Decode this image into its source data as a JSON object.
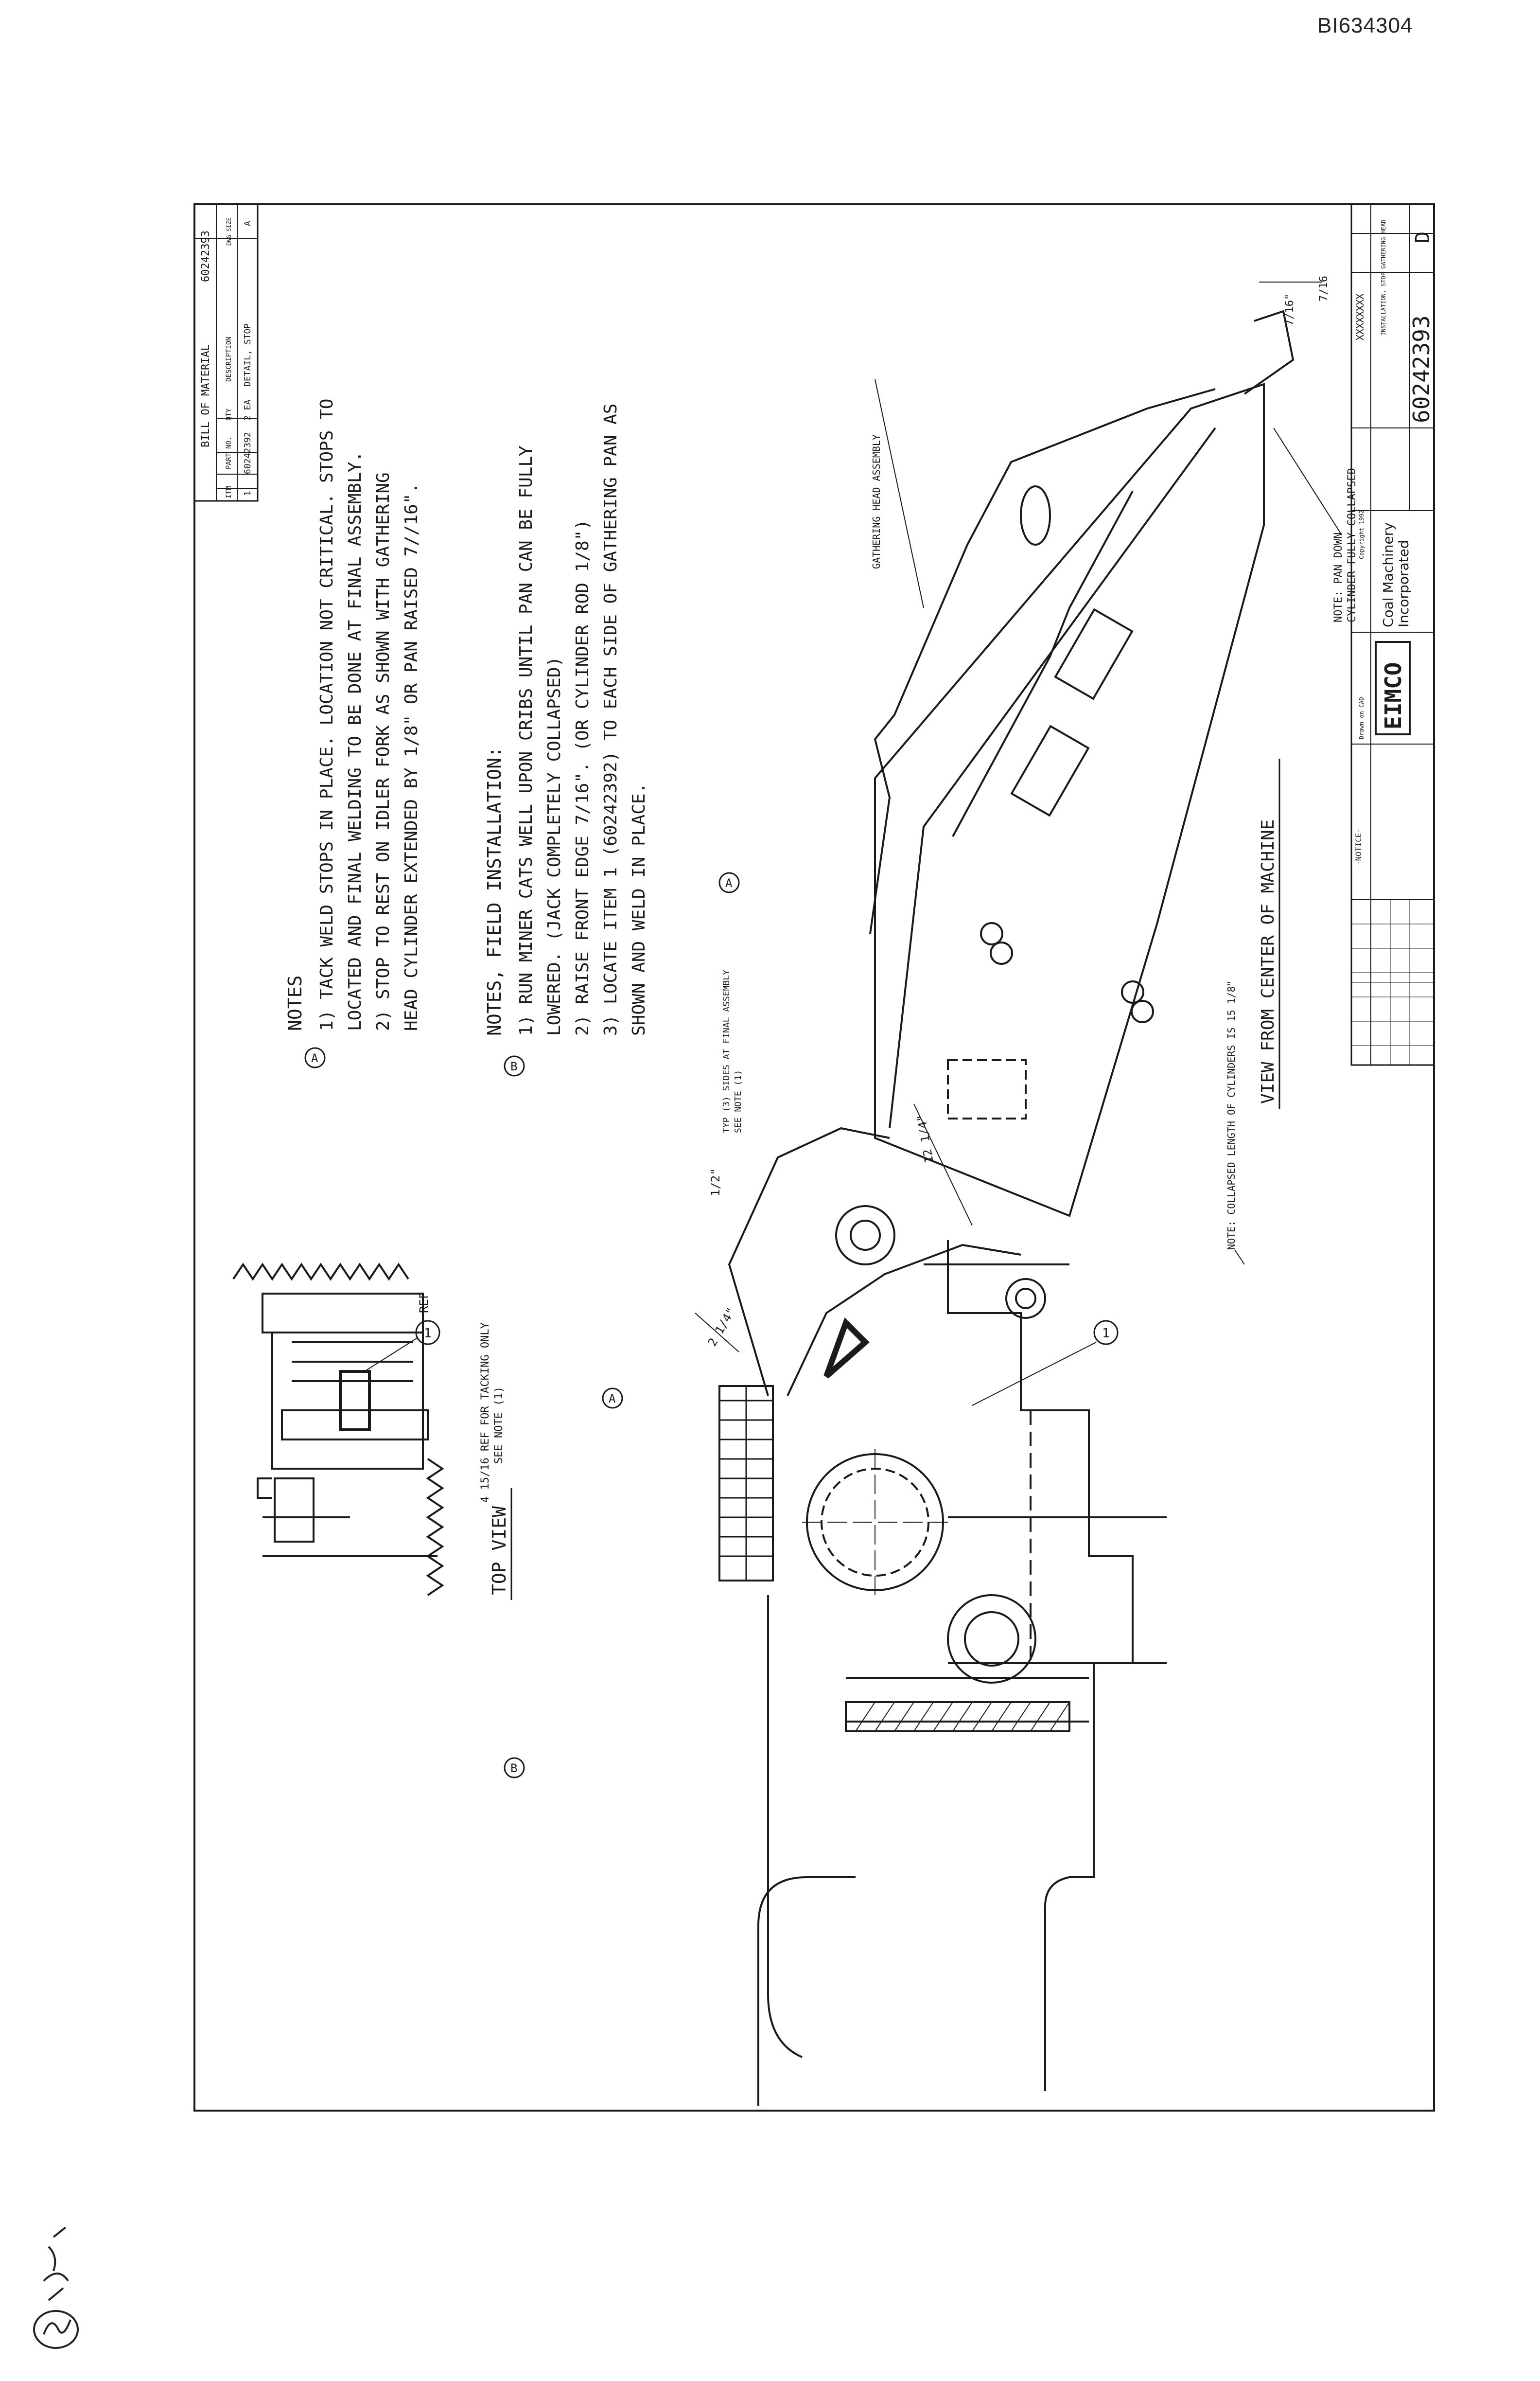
{
  "doc_id": "BI634304",
  "sheet": {
    "bom": {
      "title": "BILL OF MATERIAL",
      "number": "60242393",
      "headers": [
        "ITM",
        "PART NO.",
        "QTY",
        "DESCRIPTION",
        "DWG SIZE"
      ],
      "rows": [
        [
          "1",
          "60242392",
          "2 EA",
          "DETAIL, STOP",
          "A"
        ]
      ]
    },
    "notes_a": {
      "title": "NOTES",
      "marker": "A",
      "items": [
        "1)  TACK WELD STOPS IN PLACE. LOCATION NOT CRITICAL. STOPS TO",
        "     LOCATED AND FINAL WELDING TO BE DONE AT FINAL ASSEMBLY.",
        "2)  STOP TO REST ON IDLER FORK AS SHOWN WITH GATHERING",
        "     HEAD CYLINDER EXTENDED BY 1/8\" OR PAN RAISED 7//16\"."
      ]
    },
    "notes_b": {
      "title": "NOTES, FIELD INSTALLATION:",
      "marker": "B",
      "items": [
        "1)  RUN MINER CATS WELL UPON CRIBS UNTIL PAN CAN BE FULLY",
        "     LOWERED. (JACK COMPLETELY COLLAPSED)",
        "2)  RAISE FRONT EDGE 7/16\". (OR CYLINDER ROD 1/8\")",
        "3)  LOCATE ITEM 1 (60242392) TO EACH SIDE OF GATHERING PAN AS",
        "     SHOWN AND WELD IN PLACE."
      ]
    },
    "labels": {
      "gathering_head": "GATHERING HEAD ASSEMBLY",
      "view_center": "VIEW FROM CENTER OF MACHINE",
      "top_view": "TOP VIEW",
      "ref": "REF",
      "typ_sides": "TYP (3) SIDES AT FINAL ASSEMBLY",
      "see_note": "SEE NOTE (1)",
      "tacking": "4 15/16  REF FOR TACKING ONLY",
      "tacking_note": "SEE NOTE (1)",
      "collapsed_note": "NOTE: COLLAPSED LENGTH OF CYLINDERS IS 15 1/8\"",
      "pan_down_1": "NOTE: PAN DOWN",
      "pan_down_2": "CYLINDER FULLY COLLAPSED",
      "final_assembly_marker": "A",
      "tack_marker": "A",
      "item_bubble": "1",
      "top_view_marker": "B",
      "notes_marker_a": "A",
      "notes_marker_b": "B"
    },
    "dims": {
      "d1": "1/2\"",
      "d2": "2 1/4\"",
      "d3": "12 1/4\"",
      "d4": "7/16\"",
      "d5": "7/16"
    },
    "title_block": {
      "company_logo": "EIMCO",
      "company_1": "Coal Machinery",
      "company_2": "Incorporated",
      "title": "INSTALLATION, STOP GATHERING HEAD",
      "dwg_no": "60242393",
      "rev": "D",
      "model": "XXXXXXXX",
      "drawn": "Drawn on CAD",
      "copyright": "Copyright 1992",
      "notice_title": "-NOTICE-"
    },
    "handwriting": "5/9/97"
  }
}
